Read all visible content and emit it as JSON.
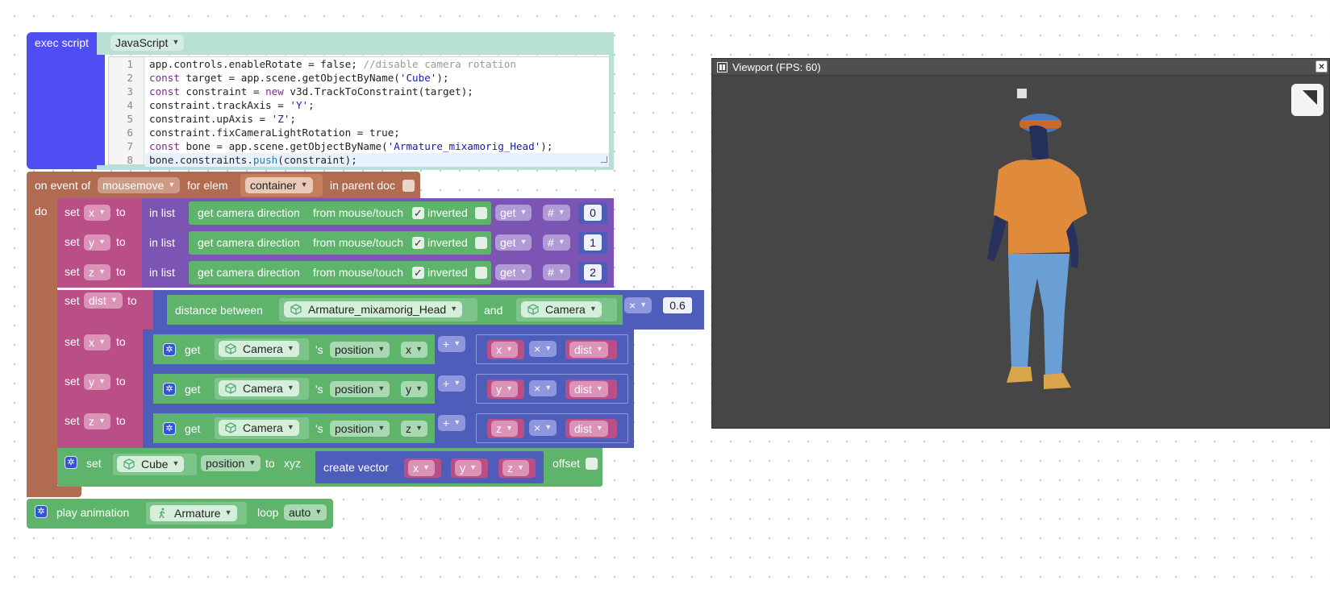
{
  "exec_script": {
    "label": "exec script",
    "language": "JavaScript",
    "line_numbers": [
      "1",
      "2",
      "3",
      "4",
      "5",
      "6",
      "7",
      "8"
    ],
    "lines": [
      [
        {
          "t": "app.controls.enableRotate = false; ",
          "c": "plain"
        },
        {
          "t": "//disable camera rotation",
          "c": "comment"
        }
      ],
      [
        {
          "t": "const",
          "c": "kw"
        },
        {
          "t": " target = app.scene.getObjectByName(",
          "c": "plain"
        },
        {
          "t": "'Cube'",
          "c": "str"
        },
        {
          "t": ");",
          "c": "plain"
        }
      ],
      [
        {
          "t": "const",
          "c": "kw"
        },
        {
          "t": " constraint = ",
          "c": "plain"
        },
        {
          "t": "new",
          "c": "kw"
        },
        {
          "t": " v3d.TrackToConstraint(target);",
          "c": "plain"
        }
      ],
      [
        {
          "t": "constraint.trackAxis = ",
          "c": "plain"
        },
        {
          "t": "'Y'",
          "c": "str"
        },
        {
          "t": ";",
          "c": "plain"
        }
      ],
      [
        {
          "t": "constraint.upAxis = ",
          "c": "plain"
        },
        {
          "t": "'Z'",
          "c": "str"
        },
        {
          "t": ";",
          "c": "plain"
        }
      ],
      [
        {
          "t": "constraint.fixCameraLightRotation = true;",
          "c": "plain"
        }
      ],
      [
        {
          "t": "const",
          "c": "kw"
        },
        {
          "t": " bone = app.scene.getObjectByName(",
          "c": "plain"
        },
        {
          "t": "'Armature_mixamorig_Head'",
          "c": "str"
        },
        {
          "t": ");",
          "c": "plain"
        }
      ],
      [
        {
          "t": "bone.constraints.",
          "c": "plain"
        },
        {
          "t": "push",
          "c": "fn"
        },
        {
          "t": "(constraint);",
          "c": "plain"
        }
      ]
    ]
  },
  "event": {
    "on_event_of": "on event of",
    "event_name": "mousemove",
    "for_elem": "for elem",
    "elem": "container",
    "in_parent_doc": "in parent doc",
    "do": "do"
  },
  "words": {
    "set": "set",
    "to": "to",
    "in_list": "in list",
    "get_cam_dir": "get camera direction",
    "from_mouse": "from mouse/touch",
    "inverted": "inverted",
    "get": "get",
    "hash": "#",
    "distance_between": "distance between",
    "and": "and",
    "get_obj": "get",
    "s_position": "'s",
    "position": "position",
    "check": "✓",
    "plus": "+",
    "times": "×",
    "xyz": "xyz",
    "create_vector": "create vector",
    "offset": "offset"
  },
  "camdir_rows": [
    {
      "var": "x",
      "index": "0"
    },
    {
      "var": "y",
      "index": "1"
    },
    {
      "var": "z",
      "index": "2"
    }
  ],
  "dist_row": {
    "var": "dist",
    "object_a": "Armature_mixamorig_Head",
    "object_b": "Camera",
    "op": "×",
    "factor": "0.6"
  },
  "pos_rows": [
    {
      "var": "x",
      "object": "Camera",
      "prop": "position",
      "axis": "x",
      "op": "+",
      "mul_op": "×",
      "a": "x",
      "b": "dist"
    },
    {
      "var": "y",
      "object": "Camera",
      "prop": "position",
      "axis": "y",
      "op": "+",
      "mul_op": "×",
      "a": "y",
      "b": "dist"
    },
    {
      "var": "z",
      "object": "Camera",
      "prop": "position",
      "axis": "z",
      "op": "+",
      "mul_op": "×",
      "a": "z",
      "b": "dist"
    }
  ],
  "set_cube": {
    "object": "Cube",
    "prop": "position",
    "to": "to",
    "xyz": "xyz",
    "vx": "x",
    "vy": "y",
    "vz": "z"
  },
  "play_anim": {
    "label": "play animation",
    "object": "Armature",
    "loop_label": "loop",
    "loop": "auto"
  },
  "viewport": {
    "title": "Viewport (FPS: 60)",
    "close": "×"
  },
  "colors": {
    "exec_block": "#4e4ef3",
    "exec_header": "#b9e0d4",
    "event_block": "#b06b50",
    "set_block": "#b94f86",
    "list_block": "#7c54b4",
    "green_block": "#5db46a",
    "blue_block": "#4f5dba",
    "viewport_bg": "#464646",
    "viewport_title": "#4f4f4f"
  }
}
